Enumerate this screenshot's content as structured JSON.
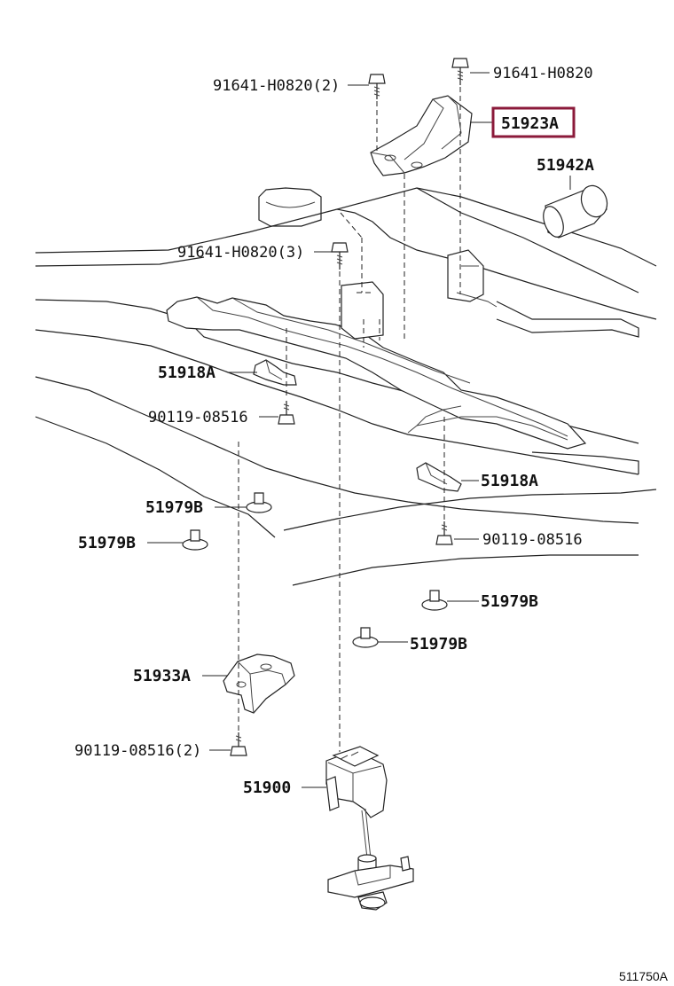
{
  "diagram_code": "511750A",
  "highlight_color": "#8b1a3a",
  "callouts": {
    "bolt_top_left": "91641-H0820(2)",
    "bolt_top_right": "91641-H0820",
    "bracket_main": "51923A",
    "sleeve": "51942A",
    "bolt_mid": "91641-H0820(3)",
    "clamp_left": "51918A",
    "bolt_left": "90119-08516",
    "clamp_right": "51918A",
    "washer_a": "51979B",
    "washer_b": "51979B",
    "bolt_right": "90119-08516",
    "washer_c": "51979B",
    "washer_d": "51979B",
    "bracket_lower": "51933A",
    "bolt_lower": "90119-08516(2)",
    "carrier": "51900"
  }
}
